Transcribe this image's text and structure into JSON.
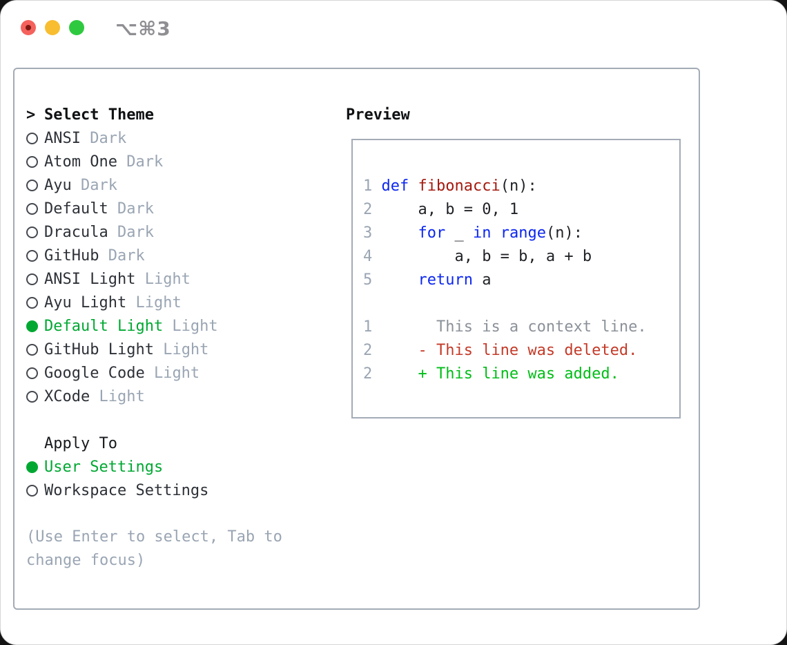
{
  "window": {
    "title": "⌥⌘3",
    "traffic_lights": [
      "close",
      "minimize",
      "zoom"
    ]
  },
  "theme_picker": {
    "header": {
      "cursor": ">",
      "label": "Select Theme"
    },
    "items": [
      {
        "name": "ANSI",
        "variant": "Dark",
        "selected": false
      },
      {
        "name": "Atom One",
        "variant": "Dark",
        "selected": false
      },
      {
        "name": "Ayu",
        "variant": "Dark",
        "selected": false
      },
      {
        "name": "Default",
        "variant": "Dark",
        "selected": false
      },
      {
        "name": "Dracula",
        "variant": "Dark",
        "selected": false
      },
      {
        "name": "GitHub",
        "variant": "Dark",
        "selected": false
      },
      {
        "name": "ANSI Light",
        "variant": "Light",
        "selected": false
      },
      {
        "name": "Ayu Light",
        "variant": "Light",
        "selected": false
      },
      {
        "name": "Default Light",
        "variant": "Light",
        "selected": true
      },
      {
        "name": "GitHub Light",
        "variant": "Light",
        "selected": false
      },
      {
        "name": "Google Code",
        "variant": "Light",
        "selected": false
      },
      {
        "name": "XCode",
        "variant": "Light",
        "selected": false
      }
    ],
    "apply_to": {
      "label": "Apply To",
      "options": [
        {
          "name": "User Settings",
          "selected": true
        },
        {
          "name": "Workspace Settings",
          "selected": false
        }
      ]
    },
    "hint": "(Use Enter to select, Tab to change focus)"
  },
  "preview": {
    "label": "Preview",
    "code_lines": [
      {
        "num": "1",
        "segments": [
          {
            "t": "def",
            "c": "kw"
          },
          {
            "t": " ",
            "c": "plain"
          },
          {
            "t": "fibonacci",
            "c": "fn"
          },
          {
            "t": "(n):",
            "c": "plain"
          }
        ]
      },
      {
        "num": "2",
        "segments": [
          {
            "t": "    a, b = 0, 1",
            "c": "plain"
          }
        ]
      },
      {
        "num": "3",
        "segments": [
          {
            "t": "    ",
            "c": "plain"
          },
          {
            "t": "for",
            "c": "kw"
          },
          {
            "t": " _ ",
            "c": "plain"
          },
          {
            "t": "in",
            "c": "kw"
          },
          {
            "t": " ",
            "c": "plain"
          },
          {
            "t": "range",
            "c": "kw"
          },
          {
            "t": "(n):",
            "c": "plain"
          }
        ]
      },
      {
        "num": "4",
        "segments": [
          {
            "t": "        a, b = b, a + b",
            "c": "plain"
          }
        ]
      },
      {
        "num": "5",
        "segments": [
          {
            "t": "    ",
            "c": "plain"
          },
          {
            "t": "return",
            "c": "kw"
          },
          {
            "t": " a",
            "c": "plain"
          }
        ]
      },
      {
        "num": "",
        "segments": []
      },
      {
        "num": "1",
        "segments": [
          {
            "t": "      This is a context line.",
            "c": "ctx"
          }
        ]
      },
      {
        "num": "2",
        "segments": [
          {
            "t": "    - This line was deleted.",
            "c": "del"
          }
        ]
      },
      {
        "num": "2",
        "segments": [
          {
            "t": "    + This line was added.",
            "c": "add"
          }
        ]
      }
    ]
  },
  "colors": {
    "accent_green": "#00a832",
    "added_green": "#00bd17",
    "deleted_red": "#c43a28",
    "keyword_blue": "#0c27f0",
    "function_red": "#a4190e",
    "muted_gray": "#9aa5b3",
    "context_gray": "#8b9199",
    "border_gray": "#a3abb6",
    "title_gray": "#8e8e93"
  }
}
